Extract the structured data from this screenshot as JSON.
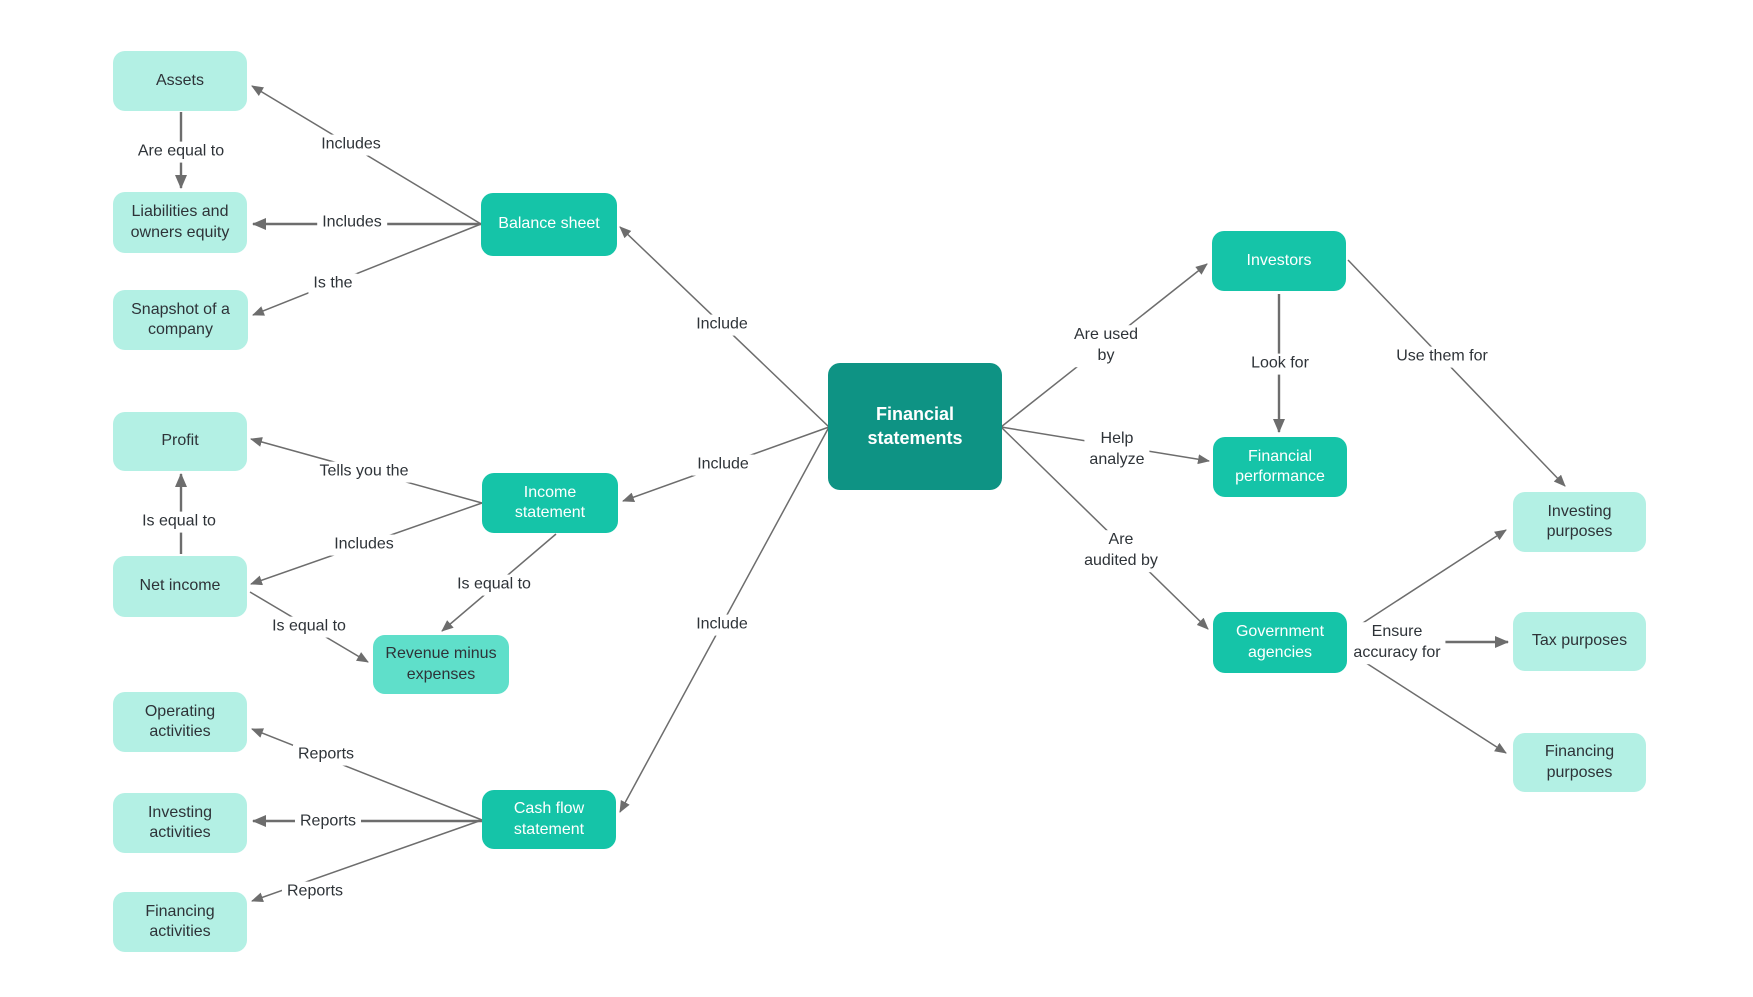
{
  "colors": {
    "node_light": "#b3f0e4",
    "node_medium": "#15c4a8",
    "node_revenue": "#5fdfca",
    "node_dark": "#0e9384",
    "edge": "#6d6d6d",
    "text_dark": "#2e3338",
    "text_light": "#ffffff",
    "background": "#ffffff"
  },
  "nodes": {
    "financial_statements": {
      "label": "Financial statements"
    },
    "assets": {
      "label": "Assets"
    },
    "liabilities_owners_equity": {
      "label": "Liabilities and owners equity"
    },
    "snapshot_of_company": {
      "label": "Snapshot of a company"
    },
    "profit": {
      "label": "Profit"
    },
    "net_income": {
      "label": "Net income"
    },
    "operating_activities": {
      "label": "Operating activities"
    },
    "investing_activities": {
      "label": "Investing activities"
    },
    "financing_activities": {
      "label": "Financing activities"
    },
    "balance_sheet": {
      "label": "Balance sheet"
    },
    "income_statement": {
      "label": "Income statement"
    },
    "revenue_minus_expenses": {
      "label": "Revenue minus expenses"
    },
    "cash_flow_statement": {
      "label": "Cash flow statement"
    },
    "investors": {
      "label": "Investors"
    },
    "financial_performance": {
      "label": "Financial performance"
    },
    "government_agencies": {
      "label": "Government agencies"
    },
    "investing_purposes": {
      "label": "Investing purposes"
    },
    "tax_purposes": {
      "label": "Tax purposes"
    },
    "financing_purposes": {
      "label": "Financing purposes"
    }
  },
  "edge_labels": {
    "includes_assets": "Includes",
    "includes_liabilities": "Includes",
    "is_the": "Is the",
    "are_equal_to": "Are equal to",
    "tells_you_the": "Tells you the",
    "includes_net_income": "Includes",
    "is_equal_to_profit": "Is equal to",
    "is_equal_to_income": "Is equal to",
    "is_equal_to_net": "Is equal to",
    "reports_operating": "Reports",
    "reports_investing": "Reports",
    "reports_financing": "Reports",
    "include_balance": "Include",
    "include_income": "Include",
    "include_cashflow": "Include",
    "are_used_by": "Are used\nby",
    "look_for": "Look for",
    "help_analyze": "Help\nanalyze",
    "are_audited_by": "Are\naudited by",
    "use_them_for": "Use them for",
    "ensure_accuracy_for": "Ensure\naccuracy for"
  },
  "edges": [
    {
      "from": "balance_sheet",
      "to": "assets",
      "label": "Includes"
    },
    {
      "from": "balance_sheet",
      "to": "liabilities_owners_equity",
      "label": "Includes"
    },
    {
      "from": "balance_sheet",
      "to": "snapshot_of_company",
      "label": "Is the"
    },
    {
      "from": "assets",
      "to": "liabilities_owners_equity",
      "label": "Are equal to"
    },
    {
      "from": "income_statement",
      "to": "profit",
      "label": "Tells you the"
    },
    {
      "from": "income_statement",
      "to": "net_income",
      "label": "Includes"
    },
    {
      "from": "net_income",
      "to": "profit",
      "label": "Is equal to"
    },
    {
      "from": "income_statement",
      "to": "revenue_minus_expenses",
      "label": "Is equal to"
    },
    {
      "from": "net_income",
      "to": "revenue_minus_expenses",
      "label": "Is equal to"
    },
    {
      "from": "cash_flow_statement",
      "to": "operating_activities",
      "label": "Reports"
    },
    {
      "from": "cash_flow_statement",
      "to": "investing_activities",
      "label": "Reports"
    },
    {
      "from": "cash_flow_statement",
      "to": "financing_activities",
      "label": "Reports"
    },
    {
      "from": "financial_statements",
      "to": "balance_sheet",
      "label": "Include"
    },
    {
      "from": "financial_statements",
      "to": "income_statement",
      "label": "Include"
    },
    {
      "from": "financial_statements",
      "to": "cash_flow_statement",
      "label": "Include"
    },
    {
      "from": "financial_statements",
      "to": "investors",
      "label": "Are used by"
    },
    {
      "from": "financial_statements",
      "to": "financial_performance",
      "label": "Help analyze"
    },
    {
      "from": "financial_statements",
      "to": "government_agencies",
      "label": "Are audited by"
    },
    {
      "from": "investors",
      "to": "financial_performance",
      "label": "Look for"
    },
    {
      "from": "investors",
      "to": "investing_purposes",
      "label": "Use them for"
    },
    {
      "from": "government_agencies",
      "to": "investing_purposes",
      "label": "Ensure accuracy for"
    },
    {
      "from": "government_agencies",
      "to": "tax_purposes",
      "label": "Ensure accuracy for"
    },
    {
      "from": "government_agencies",
      "to": "financing_purposes",
      "label": "Ensure accuracy for"
    }
  ]
}
